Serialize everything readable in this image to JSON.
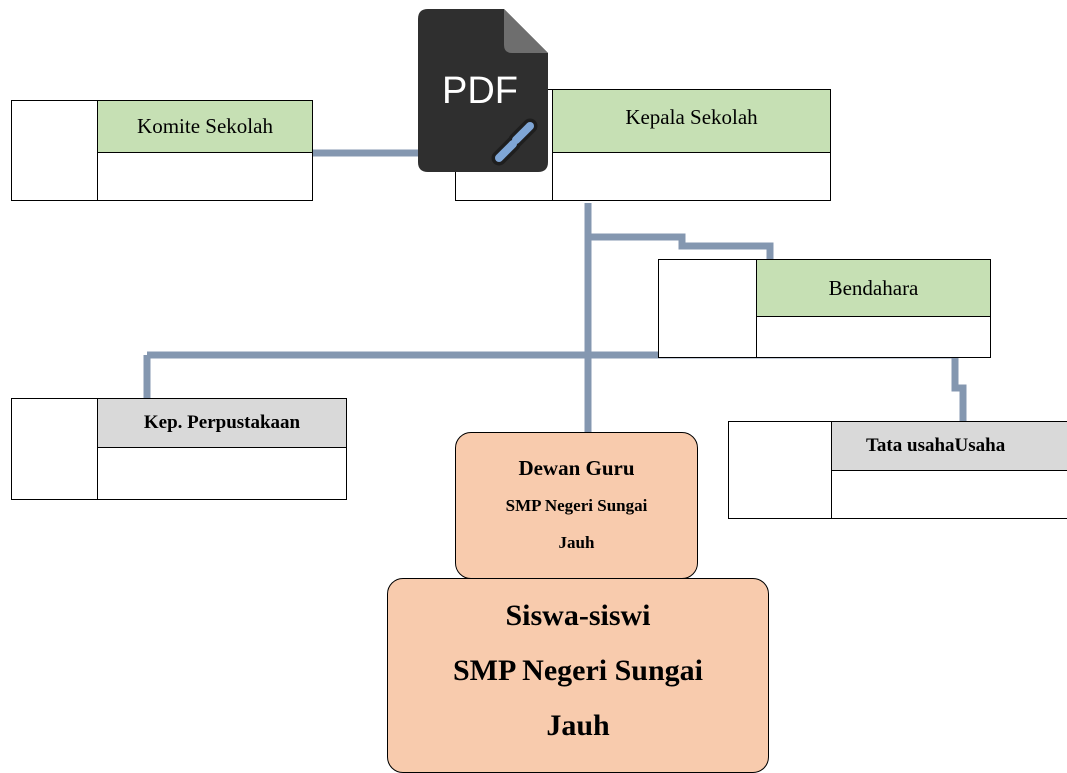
{
  "diagram": {
    "komite": {
      "title": "Komite Sekolah"
    },
    "kepala": {
      "title": "Kepala Sekolah"
    },
    "bendahara": {
      "title": "Bendahara"
    },
    "perpustakaan": {
      "title": "Kep. Perpustakaan"
    },
    "tata_usaha": {
      "title": "Tata usahaUsaha"
    },
    "dewan_guru": {
      "line1": "Dewan Guru",
      "line2": "SMP Negeri Sungai",
      "line3": "Jauh"
    },
    "siswa": {
      "line1": "Siswa-siswi",
      "line2": "SMP Negeri Sungai",
      "line3": "Jauh"
    }
  },
  "icons": {
    "pdf_badge": "pdf-link-icon",
    "pdf_badge_text": "PDF"
  },
  "colors": {
    "connector": "#8497b0",
    "title_green": "#c6e0b4",
    "title_gray": "#d9d9d9",
    "rounded_fill": "#f8cbad"
  }
}
